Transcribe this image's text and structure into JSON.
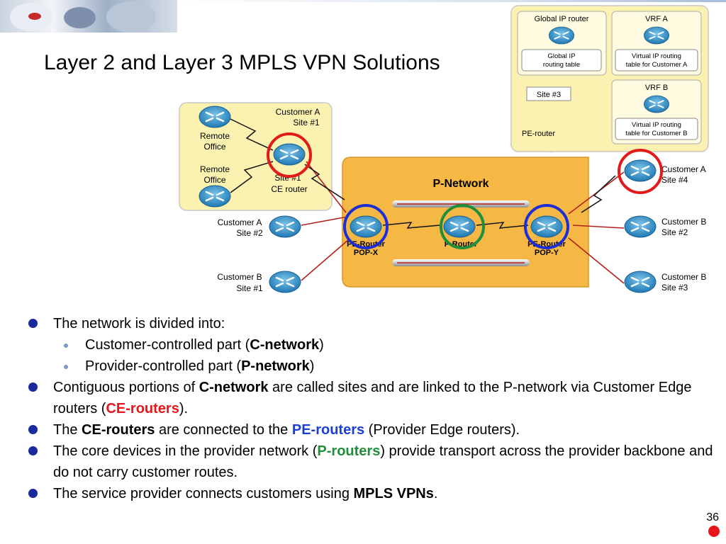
{
  "slide": {
    "title": "Layer 2 and Layer 3 MPLS VPN Solutions",
    "page_number": "36"
  },
  "diagram": {
    "p_network_label": "P-Network",
    "pe_router_x": [
      "PE-Router",
      "POP-X"
    ],
    "p_router": "P-Router",
    "pe_router_y": [
      "PE-Router",
      "POP-Y"
    ],
    "site1_box": {
      "customer_label": [
        "Customer A",
        "Site #1"
      ],
      "remote_office_1": [
        "Remote",
        "Office"
      ],
      "remote_office_2": [
        "Remote",
        "Office"
      ],
      "ce_router": [
        "Site #1",
        "CE router"
      ]
    },
    "left_sites": [
      [
        "Customer A",
        "Site #2"
      ],
      [
        "Customer B",
        "Site #1"
      ]
    ],
    "right_sites": [
      [
        "Customer A",
        "Site #4"
      ],
      [
        "Customer B",
        "Site #2"
      ],
      [
        "Customer B",
        "Site #3"
      ]
    ],
    "pe_detail": {
      "global_ip_router": "Global IP router",
      "global_ip_table": [
        "Global IP",
        "routing table"
      ],
      "vrf_a": "VRF A",
      "vrf_a_table": [
        "Virtual IP routing",
        "table for Customer A"
      ],
      "vrf_b": "VRF B",
      "vrf_b_table": [
        "Virtual IP routing",
        "table for Customer B"
      ],
      "pe_router_label": "PE-router",
      "site3_callout": "Site #3"
    },
    "colors": {
      "p_network_fill": "#f6b845",
      "site_box_fill": "#fbf1b1",
      "router_blue": "#2f92c8",
      "ring_red": "#e21a1a",
      "ring_blue": "#1d2ed8",
      "ring_green": "#1f8f3a",
      "link_red": "#b3201d"
    }
  },
  "bullets": [
    {
      "level": 1,
      "parts": [
        {
          "text": "The network is divided into:"
        }
      ]
    },
    {
      "level": 2,
      "parts": [
        {
          "text": "Customer-controlled part ("
        },
        {
          "text": "C-network",
          "style": "bold"
        },
        {
          "text": ")"
        }
      ]
    },
    {
      "level": 2,
      "parts": [
        {
          "text": "Provider-controlled part ("
        },
        {
          "text": "P-network",
          "style": "bold"
        },
        {
          "text": ")"
        }
      ]
    },
    {
      "level": 1,
      "parts": [
        {
          "text": "Contiguous portions of "
        },
        {
          "text": "C-network",
          "style": "bold"
        },
        {
          "text": " are called sites and are linked to the P-network via Customer Edge routers ("
        },
        {
          "text": "CE-routers",
          "style": "red"
        },
        {
          "text": ")."
        }
      ]
    },
    {
      "level": 1,
      "parts": [
        {
          "text": "The "
        },
        {
          "text": "CE-routers",
          "style": "bold"
        },
        {
          "text": " are connected to the "
        },
        {
          "text": "PE-routers",
          "style": "blue"
        },
        {
          "text": " (Provider Edge routers)."
        }
      ]
    },
    {
      "level": 1,
      "parts": [
        {
          "text": "The core devices in the provider network ("
        },
        {
          "text": "P-routers",
          "style": "green"
        },
        {
          "text": ") provide transport across the provider backbone and do not carry customer routes."
        }
      ]
    },
    {
      "level": 1,
      "parts": [
        {
          "text": "The service provider connects customers using "
        },
        {
          "text": "MPLS VPNs",
          "style": "bold"
        },
        {
          "text": "."
        }
      ]
    }
  ]
}
